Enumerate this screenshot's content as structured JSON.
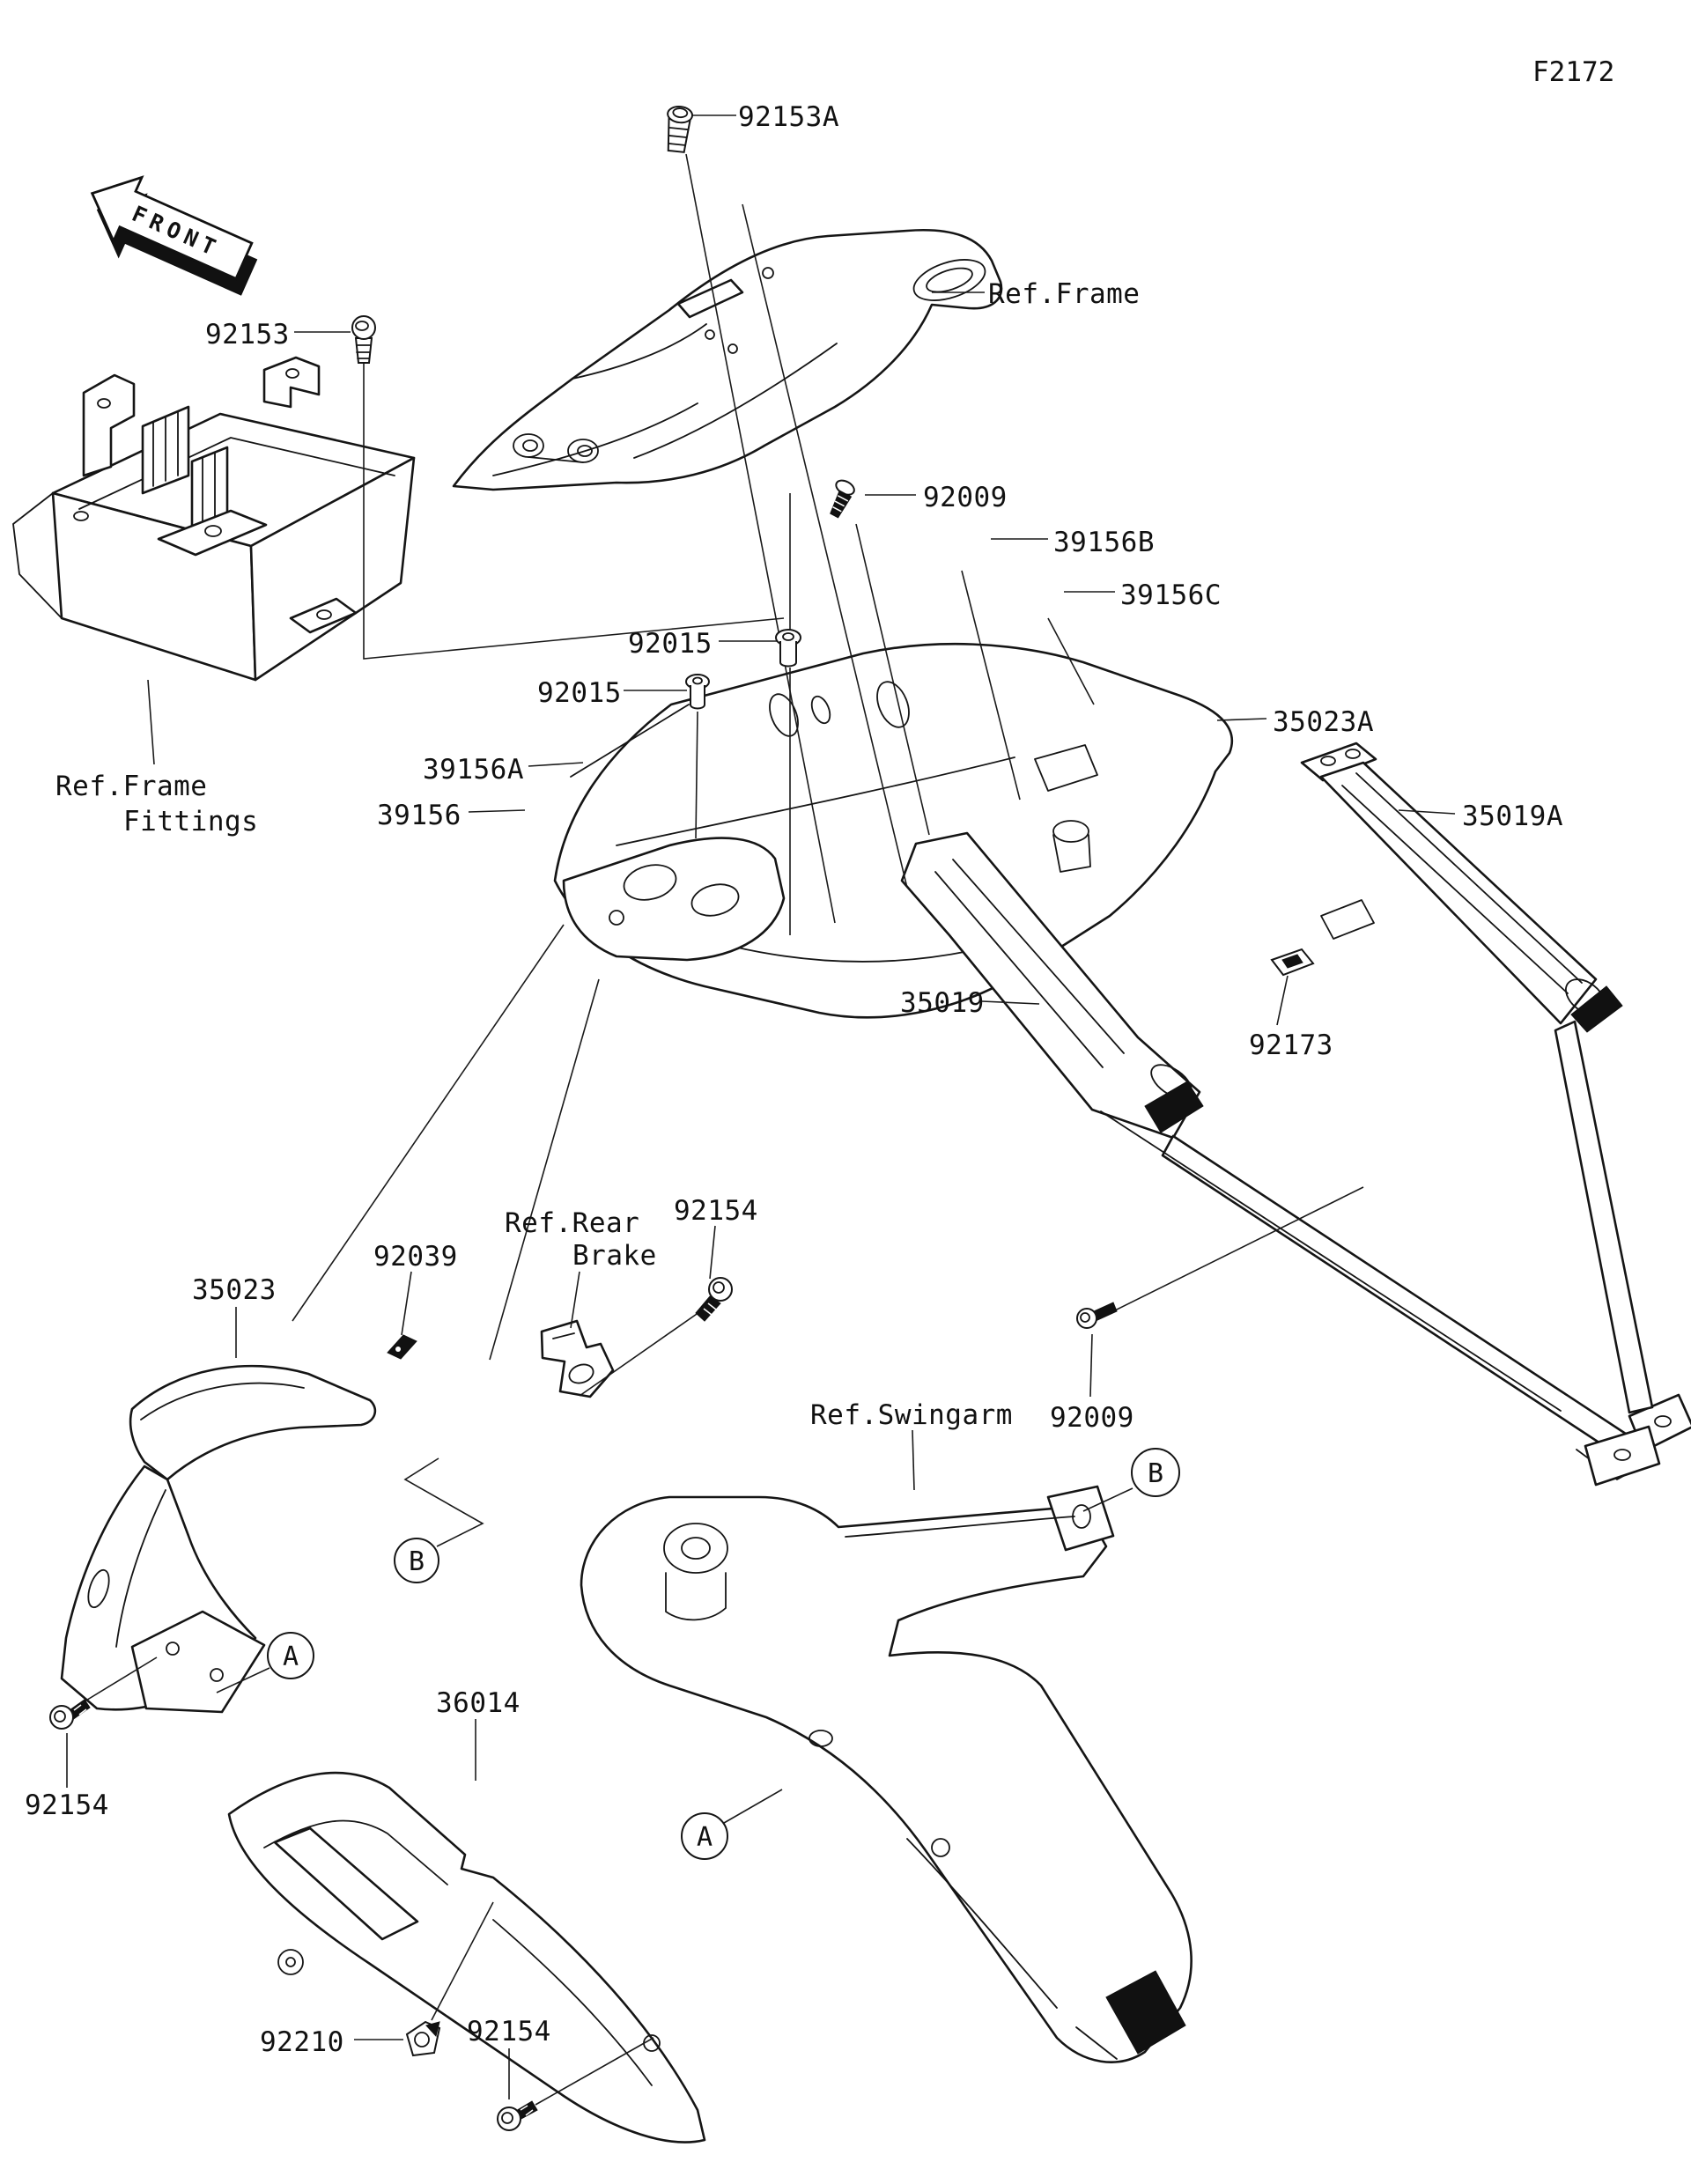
{
  "diagram": {
    "code": "F2172",
    "front_marker": "FRONT",
    "ink_color": "#111111",
    "paper_color": "#ffffff",
    "labels": {
      "screw_92153a": "92153A",
      "ref_frame": "Ref.Frame",
      "screw_92153": "92153",
      "bolt_92009_upper": "92009",
      "trim_39156b": "39156B",
      "trim_39156c": "39156C",
      "damper_92015_upper": "92015",
      "damper_92015_lower": "92015",
      "pad_39156a": "39156A",
      "pad_39156": "39156",
      "fender_35023a": "35023A",
      "rail_35019a": "35019A",
      "ref_frame_fittings_line1": "Ref.Frame",
      "ref_frame_fittings_line2": "Fittings",
      "rail_35019": "35019",
      "clip_92173": "92173",
      "rivet_92039": "92039",
      "ref_rear_brake_line1": "Ref.Rear",
      "ref_rear_brake_line2": "Brake",
      "bolt_92154_upper": "92154",
      "fender_35023": "35023",
      "ref_swingarm": "Ref.Swingarm",
      "bolt_92009_lower": "92009",
      "cover_36014": "36014",
      "bolt_92154_left": "92154",
      "nut_92210": "92210",
      "bolt_92154_lower": "92154",
      "view_a": "A",
      "view_b": "B"
    }
  }
}
